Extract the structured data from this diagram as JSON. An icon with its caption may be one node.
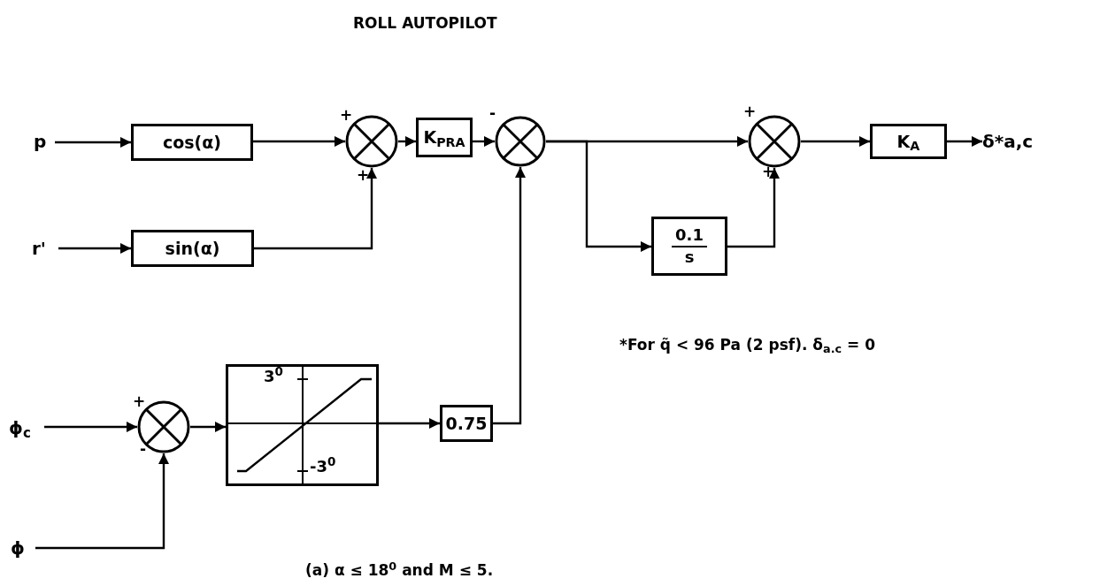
{
  "diagram": {
    "title": "ROLL AUTOPILOT",
    "caption": "(a) α ≤ 18$^{0}$ and M ≤ 5.",
    "nodes": [
      {
        "text": [
          "p"
        ]
      },
      {
        "text": [
          "cos(α)"
        ]
      },
      {
        "text": [],
        "shape": "circle"
      },
      {
        "text": [
          "K$_{PRA}$"
        ]
      },
      {
        "text": [],
        "shape": "circle"
      },
      {
        "text": [],
        "shape": "circle"
      },
      {
        "text": [
          "K$_{A}$"
        ]
      },
      {
        "text": [
          "δ*a,c"
        ]
      },
      {
        "text": [
          "r'"
        ]
      },
      {
        "text": [
          "sin(α)"
        ]
      },
      {
        "text": [
          "0.1",
          "s"
        ]
      },
      {
        "text": [
          "ϕ$_{c}$"
        ]
      },
      {
        "text": [],
        "shape": "circle"
      },
      {
        "text": [
          "3$^{0}$",
          "-3$^{0}$"
        ]
      },
      {
        "text": [
          "0.75"
        ]
      },
      {
        "text": [
          "ϕ"
        ]
      }
    ],
    "edges": [
      {
        "from": 0,
        "to": 1,
        "arrow": "to"
      },
      {
        "from": 1,
        "to": 2,
        "arrow": "to"
      },
      {
        "from": 8,
        "to": 9,
        "arrow": "to"
      },
      {
        "from": 9,
        "to": 2,
        "arrow": "to"
      },
      {
        "from": 2,
        "to": 3,
        "arrow": "to"
      },
      {
        "from": 3,
        "to": 4,
        "arrow": "to"
      },
      {
        "from": 4,
        "to": 5,
        "arrow": "to"
      },
      {
        "from": 4,
        "to": 10,
        "arrow": "to"
      },
      {
        "from": 10,
        "to": 5,
        "arrow": "to"
      },
      {
        "from": 5,
        "to": 6,
        "arrow": "to"
      },
      {
        "from": 6,
        "to": 7,
        "arrow": "to"
      },
      {
        "from": 11,
        "to": 12,
        "arrow": "to"
      },
      {
        "from": 15,
        "to": 12,
        "arrow": "to"
      },
      {
        "from": 12,
        "to": 13,
        "arrow": "to"
      },
      {
        "from": 13,
        "to": 14,
        "arrow": "to"
      },
      {
        "from": 14,
        "to": 4,
        "arrow": "to"
      }
    ],
    "labels": [
      "+",
      "+",
      "-",
      "+",
      "+",
      "+",
      "-",
      "*For q̃ < 96 Pa (2 psf). δ$_{a.c}$ = 0"
    ]
  }
}
